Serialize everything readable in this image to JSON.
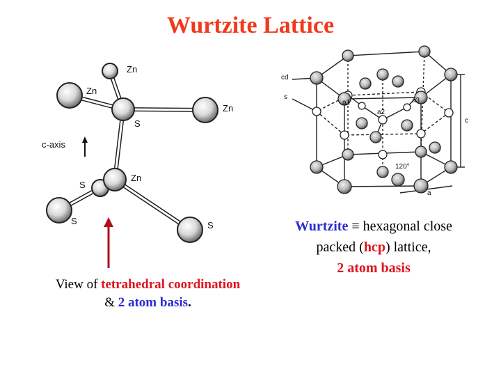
{
  "title": "Wurtzite Lattice",
  "tetrahedron": {
    "atom_labels": [
      "Zn",
      "Zn",
      "Zn",
      "S",
      "Zn",
      "S",
      "S",
      "S"
    ],
    "axis_label": "c-axis"
  },
  "cell": {
    "labels": [
      "cd",
      "s",
      "a1",
      "a2",
      "a3",
      "c",
      "120°",
      "a"
    ]
  },
  "caption_left": {
    "prefix": "View of ",
    "highlight1": "tetrahedral coordination",
    "amp": "& ",
    "highlight2": "2 atom basis",
    "period": "."
  },
  "caption_right": {
    "word": "Wurtzite",
    "equiv": " ≡ hexagonal close",
    "line2_pre": "packed  (",
    "hcp": "hcp",
    "line2_post": ") lattice,",
    "line3": "2 atom basis"
  },
  "colors": {
    "title": "#f03a1c",
    "blue": "#2b2bd0",
    "red": "#e0141e",
    "arrow": "#b0101a"
  }
}
